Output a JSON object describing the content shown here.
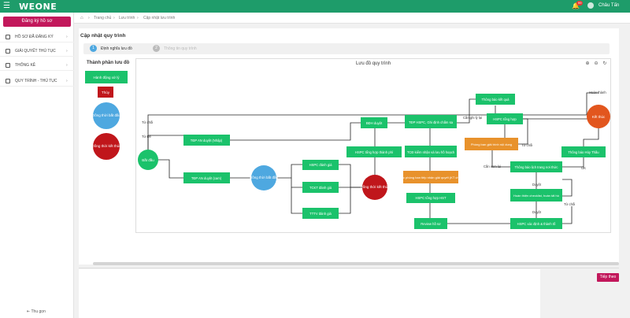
{
  "app": {
    "logo": "WEONE",
    "notif_count": "99",
    "user": "Châu Tấn"
  },
  "colors": {
    "header": "#1e9c6a",
    "node_green": "#1bc26b",
    "node_orange": "#e8922c",
    "node_blue": "#4ea8e0",
    "node_red": "#c0161b",
    "node_orange_red": "#e2561e",
    "accent": "#c2185b"
  },
  "sidebar": {
    "register": "Đăng ký hồ sơ",
    "items": [
      {
        "label": "HỒ SƠ ĐÃ ĐĂNG KÝ",
        "icon": "document-icon"
      },
      {
        "label": "GIẢI QUYẾT THỦ TỤC",
        "icon": "checklist-icon"
      },
      {
        "label": "THỐNG KÊ",
        "icon": "chart-icon"
      },
      {
        "label": "QUY TRÌNH - THỦ TỤC",
        "icon": "flow-icon"
      }
    ],
    "collapse": "Thu gọn"
  },
  "breadcrumb": [
    "Trang chủ",
    "Lưu trình",
    "Cập nhật lưu trình"
  ],
  "page": {
    "title": "Cập nhật quy trình",
    "steps": [
      {
        "num": "1",
        "label": "Định nghĩa lưu đồ",
        "active": true
      },
      {
        "num": "2",
        "label": "Thông tin quy trình",
        "active": false
      }
    ],
    "palette_title": "Thành phần lưu đồ",
    "flow_title": "Lưu đồ quy trình",
    "next_button": "Tiếp theo"
  },
  "palette": {
    "action": "Hành động xử lý",
    "return": "Thủy",
    "start": "Đồng thời bắt đầu",
    "end": "Đồng thời kết thúc"
  },
  "flow": {
    "start": "Bắt đầu",
    "end": "Kết thúc",
    "sync_start": "Đồng thời bắt đầu",
    "sync_end": "Đồng thời kết thúc",
    "nodes": {
      "n1": "TĐP AN duyệt (Nhập)",
      "n2": "TĐP AN duyệt (cam)",
      "n3": "HSPC đánh giá",
      "n4": "TCKT đánh giá",
      "n5": "TTTV đánh giá",
      "n6": "BĐH duyệt",
      "n7": "HSPC tổng hợp thành phí",
      "n8": "TĐP HSPC, Ghi định chấm sa",
      "n9": "TCĐ kiểm nhận và lưu hồ hoạch",
      "n10": "Các phòng ban tiếp nhận giải quyết (KT chốt)",
      "n11": "HSPC tổng hợp HST",
      "n12": "Review hồ sơ",
      "n13": "Thông báo kết quả",
      "n14": "HSPC tổng hợp",
      "n15": "Phòng ban giải trình nội dung",
      "n16": "Thông báo lịch trang nơi thức",
      "n17": "Hoàn thiện checklist, hoàn tất hồ",
      "n18": "HSPC xác định & thành tố",
      "n19": "Thông báo Hủy Thầu"
    },
    "labels": {
      "l1": "Từ chối",
      "l2": "Từ Đề",
      "l3": "Cần ghi lý lại",
      "l4": "Từ chối",
      "l5": "Cần xem lại",
      "l6": "OK",
      "l7": "Duyệt",
      "l8": "Từ chối",
      "l9": "Duyệt",
      "l10": "Hoàn thành"
    }
  }
}
